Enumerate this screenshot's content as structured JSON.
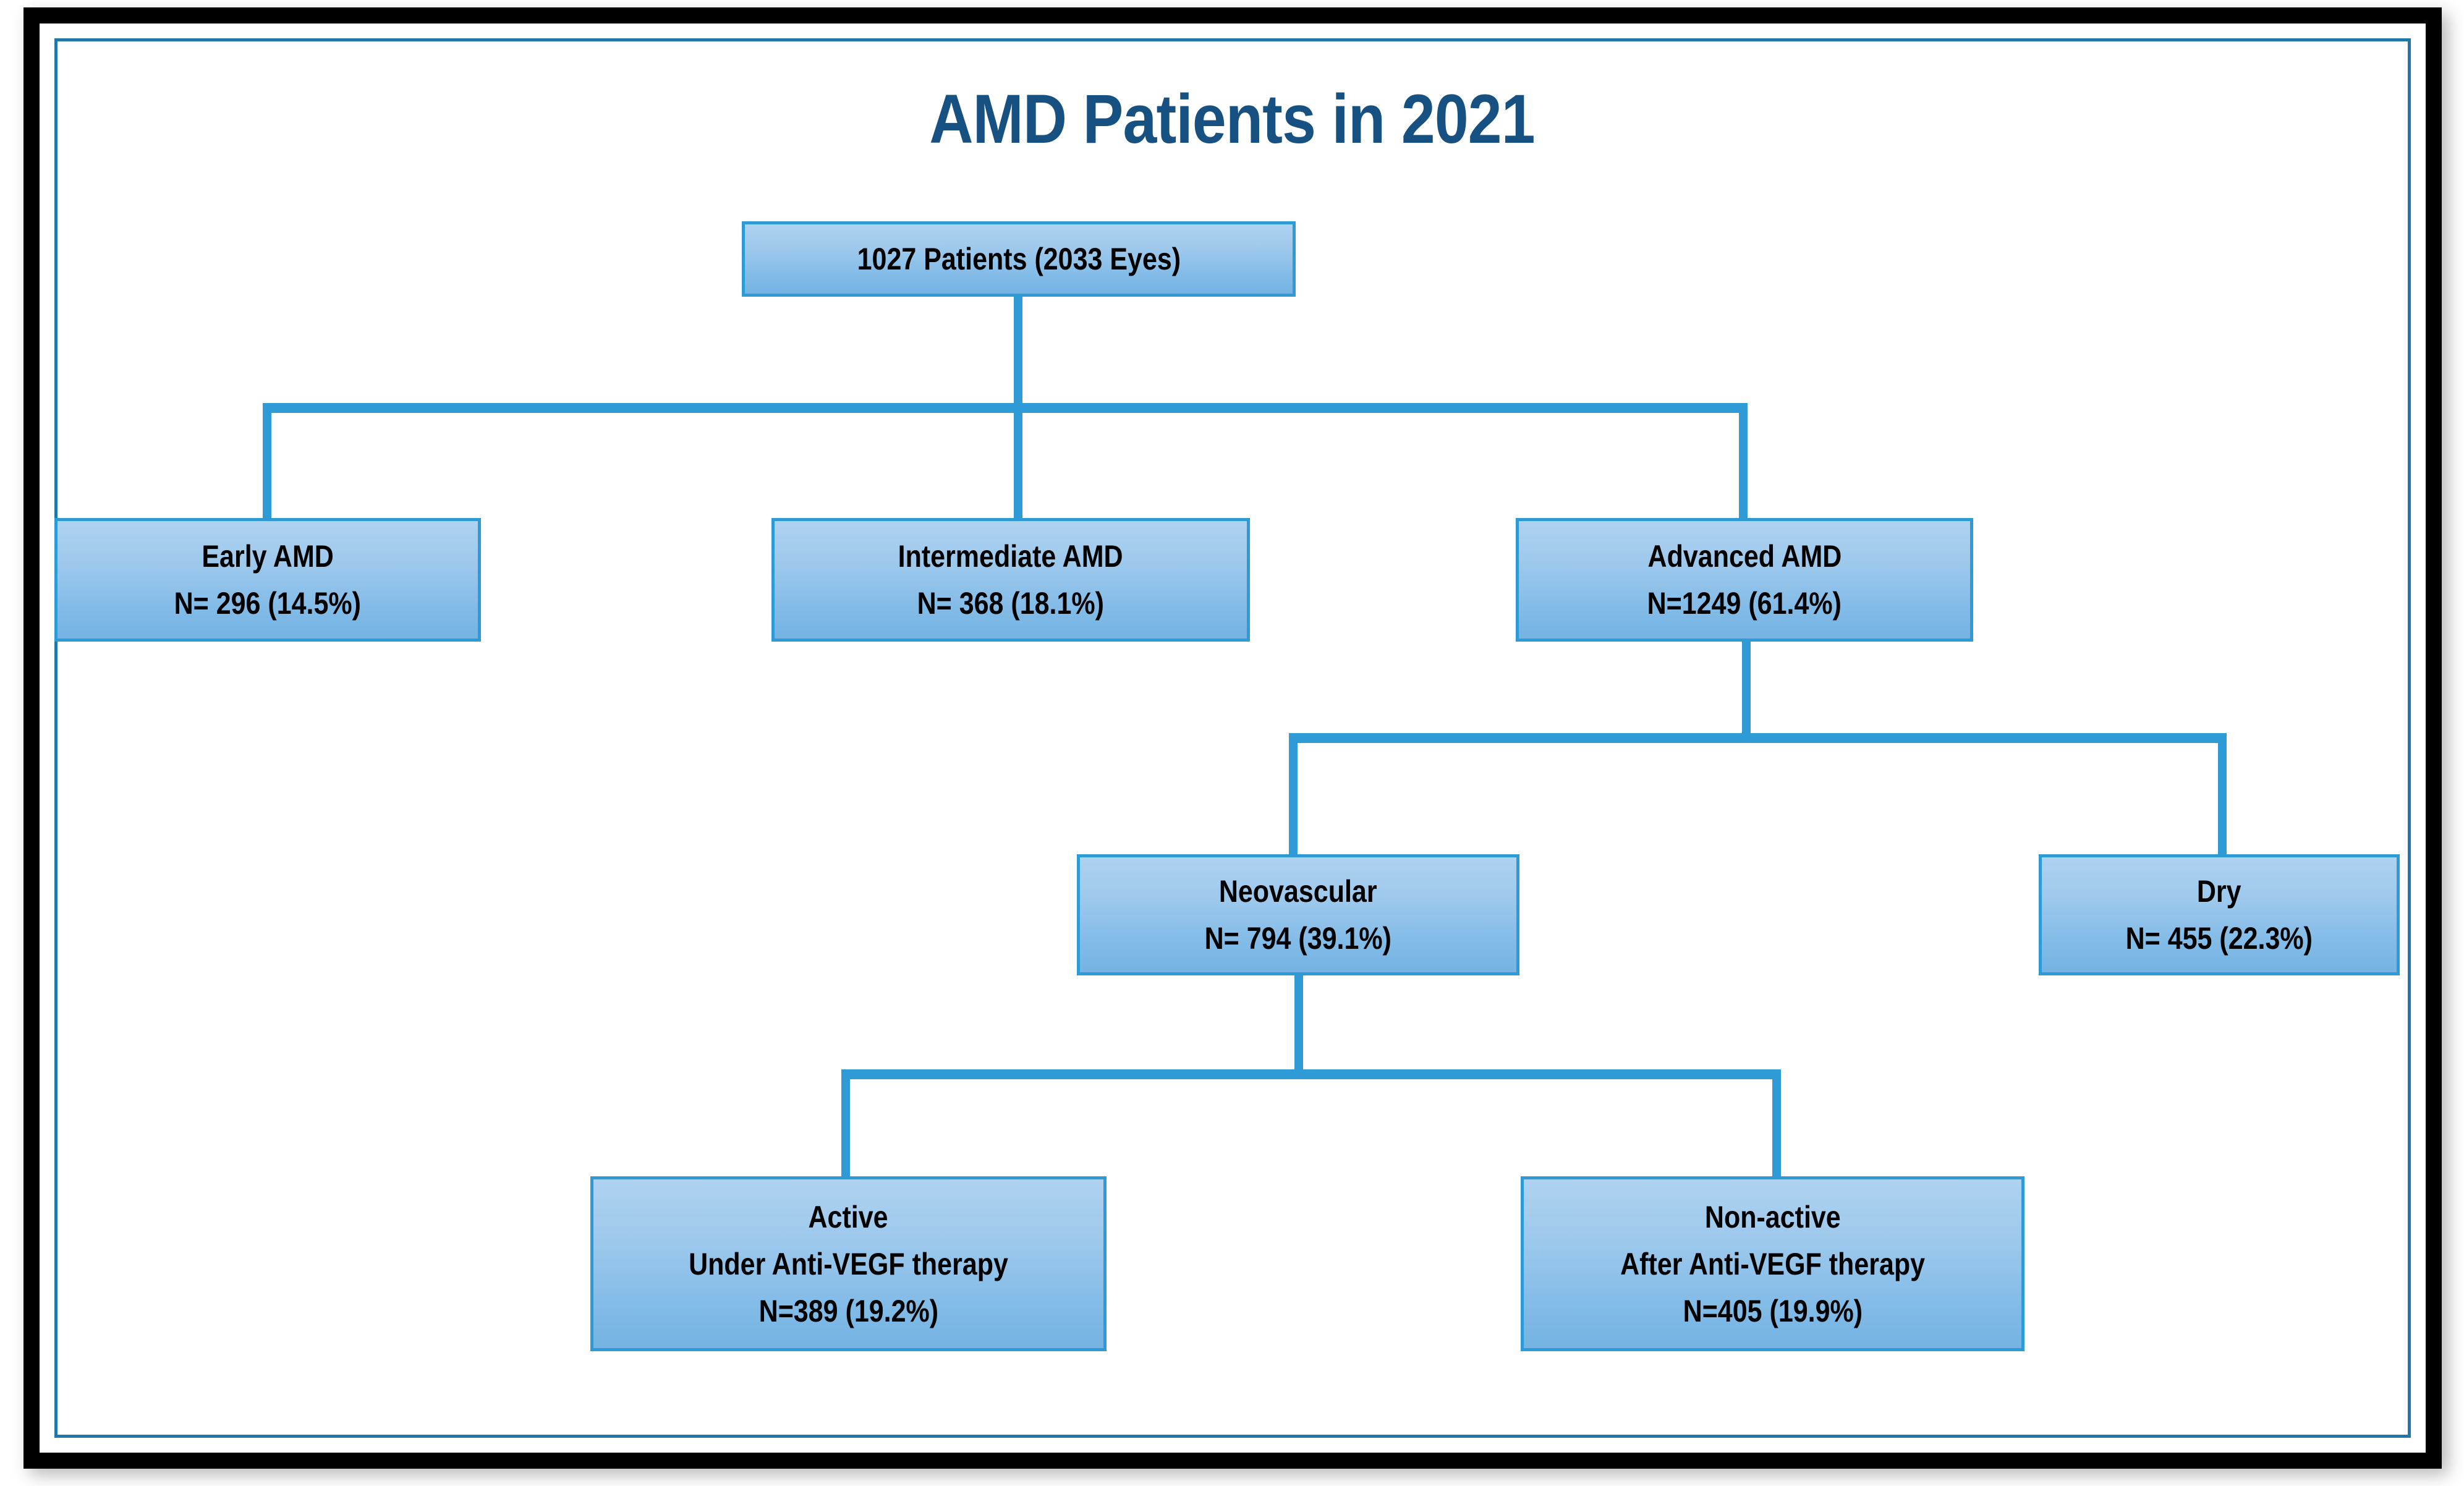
{
  "figure": {
    "title": "AMD Patients in 2021",
    "title_color": "#175181",
    "node_fill_top": "#AFD2F0",
    "node_fill_bottom": "#74B3E3",
    "node_border_color": "#2E9BD6",
    "connector_color": "#2E9BD6",
    "frame_outer_color": "#000000",
    "frame_rule_color": "#2077A8",
    "background": "#FFFFFF"
  },
  "chart_data": {
    "type": "diagram",
    "title": "AMD Patients in 2021",
    "xlabel": "",
    "ylabel": "",
    "total_patients": 1027,
    "total_eyes": 2033,
    "nodes": [
      {
        "id": "root",
        "lines": [
          "1027 Patients (2033 Eyes)"
        ],
        "label": "1027 Patients (2033 Eyes)",
        "n": 1027,
        "percent": null,
        "level": 0,
        "parent": null
      },
      {
        "id": "early",
        "lines": [
          "Early AMD",
          "N= 296 (14.5%)"
        ],
        "label": "Early AMD",
        "n": 296,
        "percent": 14.5,
        "level": 1,
        "parent": "root"
      },
      {
        "id": "intermediate",
        "lines": [
          "Intermediate AMD",
          "N= 368 (18.1%)"
        ],
        "label": "Intermediate AMD",
        "n": 368,
        "percent": 18.1,
        "level": 1,
        "parent": "root"
      },
      {
        "id": "advanced",
        "lines": [
          "Advanced AMD",
          "N=1249 (61.4%)"
        ],
        "label": "Advanced AMD",
        "n": 1249,
        "percent": 61.4,
        "level": 1,
        "parent": "root"
      },
      {
        "id": "neovascular",
        "lines": [
          "Neovascular",
          "N= 794 (39.1%)"
        ],
        "label": "Neovascular",
        "n": 794,
        "percent": 39.1,
        "level": 2,
        "parent": "advanced"
      },
      {
        "id": "dry",
        "lines": [
          "Dry",
          "N= 455 (22.3%)"
        ],
        "label": "Dry",
        "n": 455,
        "percent": 22.3,
        "level": 2,
        "parent": "advanced"
      },
      {
        "id": "active",
        "lines": [
          "Active",
          "Under Anti-VEGF therapy",
          "N=389 (19.2%)"
        ],
        "label": "Active",
        "n": 389,
        "percent": 19.2,
        "level": 3,
        "parent": "neovascular"
      },
      {
        "id": "nonactive",
        "lines": [
          "Non-active",
          "After Anti-VEGF therapy",
          "N=405 (19.9%)"
        ],
        "label": "Non-active",
        "n": 405,
        "percent": 19.9,
        "level": 3,
        "parent": "neovascular"
      }
    ],
    "edges": [
      {
        "from": "root",
        "to": "early"
      },
      {
        "from": "root",
        "to": "intermediate"
      },
      {
        "from": "root",
        "to": "advanced"
      },
      {
        "from": "advanced",
        "to": "neovascular"
      },
      {
        "from": "advanced",
        "to": "dry"
      },
      {
        "from": "neovascular",
        "to": "active"
      },
      {
        "from": "neovascular",
        "to": "nonactive"
      }
    ]
  },
  "nodes": {
    "root": {
      "l1": "1027 Patients (2033 Eyes)"
    },
    "early": {
      "l1": "Early AMD",
      "l2": "N= 296 (14.5%)"
    },
    "intermediate": {
      "l1": "Intermediate AMD",
      "l2": "N= 368 (18.1%)"
    },
    "advanced": {
      "l1": "Advanced AMD",
      "l2": "N=1249 (61.4%)"
    },
    "neovascular": {
      "l1": "Neovascular",
      "l2": "N= 794 (39.1%)"
    },
    "dry": {
      "l1": "Dry",
      "l2": "N= 455 (22.3%)"
    },
    "active": {
      "l1": "Active",
      "l2": "Under Anti-VEGF therapy",
      "l3": "N=389 (19.2%)"
    },
    "nonactive": {
      "l1": "Non-active",
      "l2": "After Anti-VEGF therapy",
      "l3": "N=405 (19.9%)"
    }
  }
}
